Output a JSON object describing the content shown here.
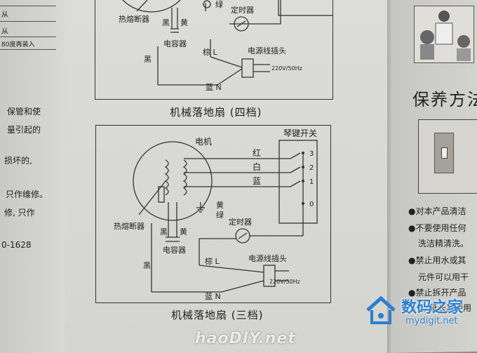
{
  "left_page": {
    "lines": [
      "从",
      "从",
      "80度再装入",
      "保管和使",
      "量引起的",
      "损坏的,",
      "只作维修。",
      "修, 只作",
      "0-1628"
    ]
  },
  "diagram_top": {
    "labels": {
      "thermal_fuse": "热熔断器",
      "black_top": "黑",
      "yellow": "黄",
      "capacitor": "电容器",
      "green": "绿",
      "timer": "定时器",
      "black_left": "黑",
      "brown_l": "棕 L",
      "power_plug": "电源线插头",
      "voltage": "220V/50Hz",
      "blue_n": "蓝 N"
    },
    "caption": "机械落地扇 (四档)"
  },
  "diagram_bottom": {
    "labels": {
      "motor": "电机",
      "switch": "琴键开关",
      "red": "红",
      "white": "白",
      "blue": "蓝",
      "n3": "3",
      "n2": "2",
      "n1": "1",
      "n0": "0",
      "yellow": "黄",
      "green": "绿",
      "thermal_fuse": "热熔断器",
      "timer": "定时器",
      "black_mid": "黑",
      "yellow2": "黄",
      "capacitor": "电容器",
      "black_left": "黑",
      "brown_l": "棕 L",
      "power_plug": "电源线插头",
      "voltage": "220V/50Hz",
      "blue_n": "蓝 N"
    },
    "caption": "机械落地扇 (三档)"
  },
  "right_page": {
    "heading": "保养方法",
    "bullets": [
      "●对本产品清洁",
      "●不要使用任何",
      "洗洁精清洗。",
      "●禁止用水或其",
      "元件可以用干",
      "●禁止拆开产品",
      "，以延长其使用"
    ]
  },
  "watermarks": {
    "site_name": "数码之家",
    "site_url": "mydigit.net",
    "hd_mark": "haoDIY.net"
  }
}
